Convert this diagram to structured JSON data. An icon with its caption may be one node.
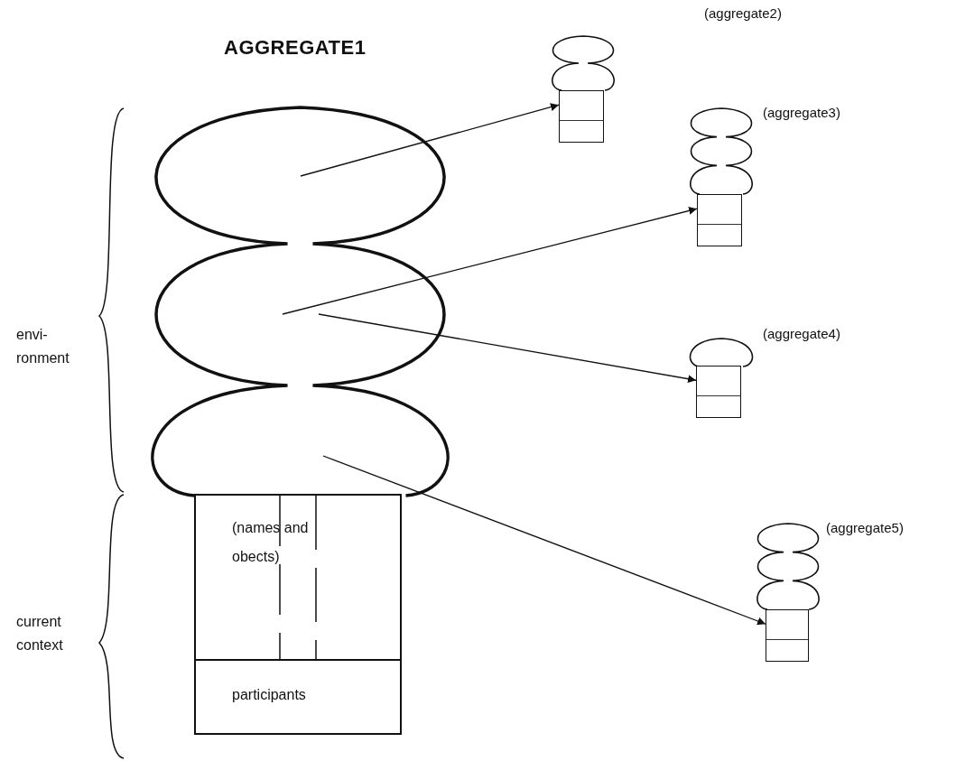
{
  "diagram": {
    "nodes": [
      {
        "text": [
          "AGGREGATE1"
        ]
      },
      {
        "text": [
          "(names and obects)"
        ],
        "in": 0
      },
      {
        "text": [
          "participants"
        ],
        "in": 0
      },
      {
        "text": [
          "(aggregate2)"
        ]
      },
      {
        "text": [
          "(aggregate3)"
        ]
      },
      {
        "text": [
          "(aggregate4)"
        ]
      },
      {
        "text": [
          "(aggregate5)"
        ]
      }
    ],
    "edges": [
      {
        "from": null,
        "to": 3,
        "arrow": "to"
      },
      {
        "from": null,
        "to": 4,
        "arrow": "to"
      },
      {
        "from": null,
        "to": 5,
        "arrow": "to"
      },
      {
        "from": null,
        "to": 6,
        "arrow": "to"
      }
    ],
    "labels": [
      "envi- ronment",
      "current context"
    ]
  }
}
